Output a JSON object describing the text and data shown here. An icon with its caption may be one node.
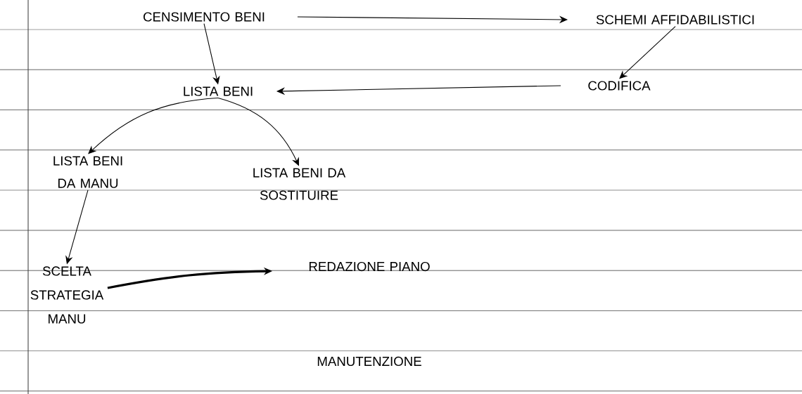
{
  "diagram": {
    "nodes": [
      {
        "text": [
          "CENSIMENTO BENI"
        ]
      },
      {
        "text": [
          "SCHEMI AFFIDABILISTICI"
        ]
      },
      {
        "text": [
          "CODIFICA"
        ]
      },
      {
        "text": [
          "LISTA BENI"
        ]
      },
      {
        "text": [
          "LISTA BENI DA MANU"
        ]
      },
      {
        "text": [
          "LISTA BENI DA SOSTITUIRE"
        ]
      },
      {
        "text": [
          "SCELTA STRATEGIA MANU"
        ]
      },
      {
        "text": [
          "REDAZIONE PIANO MANUTENZIONE"
        ]
      }
    ],
    "edges": [
      {
        "from": 0,
        "to": 1,
        "arrow": "to"
      },
      {
        "from": 0,
        "to": 3,
        "arrow": "to"
      },
      {
        "from": 1,
        "to": 2,
        "arrow": "to"
      },
      {
        "from": 2,
        "to": 3,
        "arrow": "to"
      },
      {
        "from": 3,
        "to": 4,
        "arrow": "to"
      },
      {
        "from": 3,
        "to": 5,
        "arrow": "to"
      },
      {
        "from": 4,
        "to": 6,
        "arrow": "to"
      },
      {
        "from": 6,
        "to": 7,
        "arrow": "to",
        "style": "thick"
      }
    ]
  }
}
